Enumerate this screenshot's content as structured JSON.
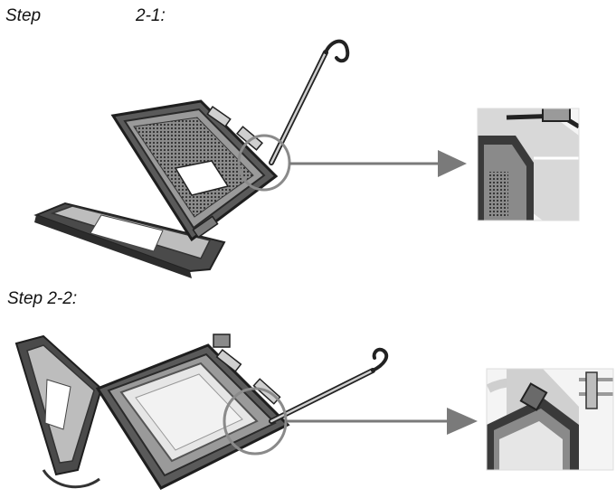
{
  "steps": [
    {
      "word": "Step",
      "number": "2-1:"
    },
    {
      "full": "Step 2-2:"
    }
  ],
  "colors": {
    "ink": "#222222",
    "metal_dark": "#3a3a3a",
    "metal_mid": "#6f6f6f",
    "metal_light": "#bdbdbd",
    "pins": "#555555",
    "cpu_top": "#e4e4e4",
    "callout": "#8a8a8a"
  }
}
